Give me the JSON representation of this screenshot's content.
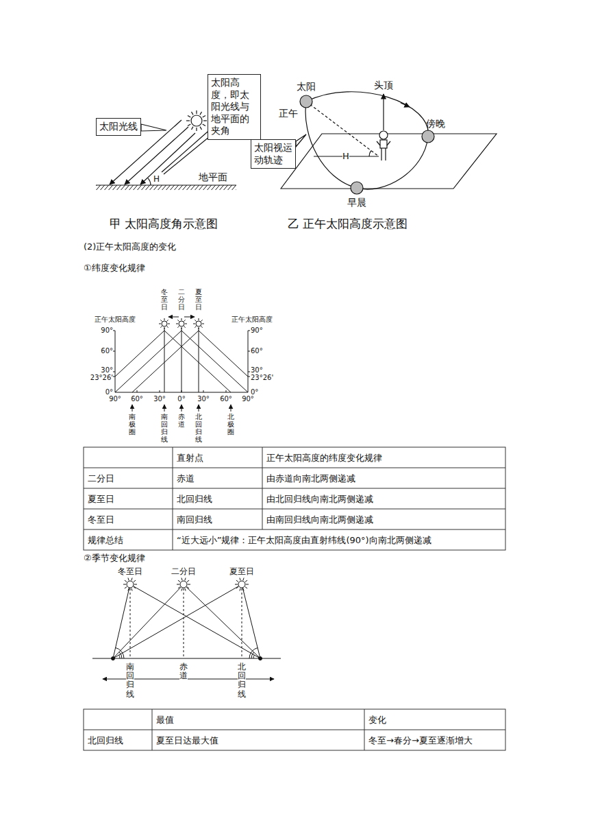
{
  "diagram": {
    "nodes": [
      {
        "text": [
          "太阳光线"
        ]
      },
      {
        "text": [
          "太阳高度，即太阳光线与地平面的夹角"
        ]
      },
      {
        "text": [
          "太阳视运动轨迹"
        ]
      }
    ],
    "labels": [
      "H",
      "地平面",
      "太阳",
      "头顶",
      "正午",
      "傍晚",
      "H",
      "早晨",
      "甲 太阳高度角示意图",
      "乙 正午太阳高度示意图",
      "(2)正午太阳高度的变化",
      "①纬度变化规律",
      "冬至日",
      "二分日",
      "夏至日",
      "正午太阳高度",
      "90°",
      "60°",
      "30°",
      "23°26'",
      "0°",
      "正午太阳高度",
      "90°",
      "60°",
      "30°",
      "23°26'",
      "0°",
      "90°",
      "60°",
      "30°",
      "0°",
      "30°",
      "60°",
      "90°",
      "南极圈",
      "南回归线",
      "赤道",
      "北回归线",
      "北极圈",
      "直射点",
      "正午太阳高度的纬度变化规律",
      "二分日",
      "赤道",
      "由赤道向南北两侧递减",
      "夏至日",
      "北回归线",
      "由北回归线向南北两侧递减",
      "冬至日",
      "南回归线",
      "由南回归线向南北两侧递减",
      "规律总结",
      "“近大远小”规律：正午太阳高度由直射纬线(90°)向南北两侧递减",
      "②季节变化规律",
      "冬至日",
      "二分日",
      "夏至日",
      "南回归线",
      "赤道",
      "北回归线",
      "最值",
      "变化",
      "北回归线",
      "夏至日达最大值",
      "冬至→春分→夏至逐渐增大"
    ]
  }
}
